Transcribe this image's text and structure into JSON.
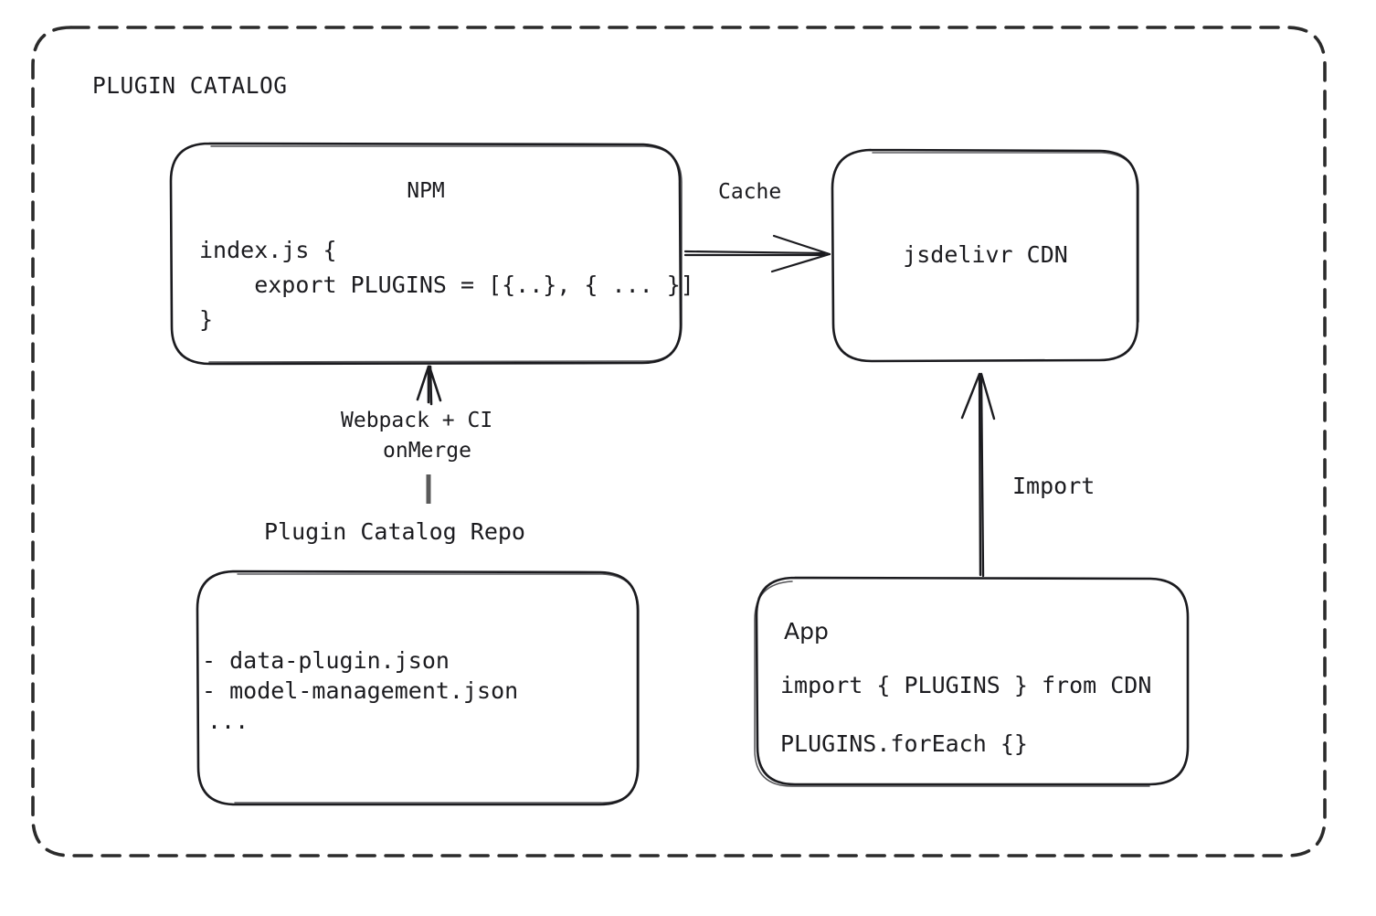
{
  "diagram": {
    "group": {
      "title": "PLUGIN CATALOG",
      "border_style": "dashed",
      "border_color": "#2b2b2b"
    },
    "background_color": "#ffffff",
    "stroke_color": "#1b1b1f",
    "nodes": [
      {
        "id": "npm",
        "title": "NPM",
        "lines": [
          "index.js {",
          "    export PLUGINS = [{..}, { ... }]",
          "}"
        ]
      },
      {
        "id": "cdn",
        "title": "jsdelivr CDN",
        "lines": []
      },
      {
        "id": "repo",
        "caption": "Plugin Catalog Repo",
        "lines": [
          "- data-plugin.json",
          "- model-management.json",
          "..."
        ]
      },
      {
        "id": "app",
        "title": "App",
        "lines": [
          "import { PLUGINS } from CDN",
          "PLUGINS.forEach {}"
        ]
      }
    ],
    "edges": [
      {
        "id": "npm-to-cdn",
        "label": "Cache",
        "from": "npm",
        "to": "cdn",
        "direction": "right"
      },
      {
        "id": "repo-to-npm",
        "label_line1": "Webpack + CI",
        "label_line2": "onMerge",
        "from": "repo",
        "to": "npm",
        "direction": "up"
      },
      {
        "id": "app-to-cdn",
        "label": "Import",
        "from": "app",
        "to": "cdn",
        "direction": "up"
      }
    ]
  }
}
